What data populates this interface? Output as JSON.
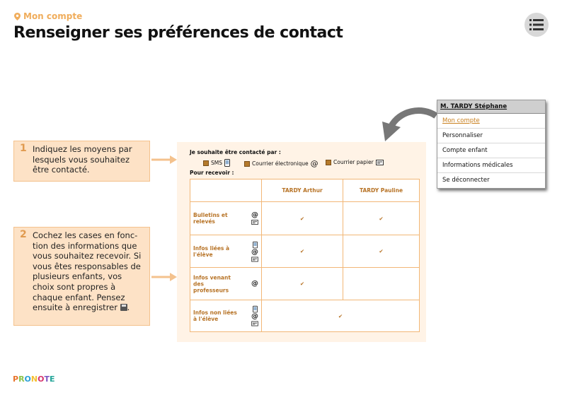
{
  "header": {
    "section": "Mon compte",
    "title": "Renseigner ses préférences de contact"
  },
  "steps": [
    {
      "num": "1",
      "text": "Indiquez les moyens par lesquels vous souhaitez être contacté."
    },
    {
      "num": "2",
      "text_before": "Cochez les cases en fonc-tion des informations que vous souhaitez recevoir. Si vous êtes responsables de plusieurs enfants, vos choix sont propres à chaque enfant. Pensez ensuite à enregistrer ",
      "text_after": "."
    }
  ],
  "prefs": {
    "contact_label": "Je souhaite être contacté par :",
    "options": [
      "SMS",
      "Courrier électronique",
      "Courrier papier"
    ],
    "receive_label": "Pour recevoir :",
    "columns": [
      "TARDY Arthur",
      "TARDY Pauline"
    ],
    "rows": [
      {
        "label": "Bulletins et relevés",
        "icons": [
          "at-icon",
          "letter-icon"
        ],
        "checks": [
          true,
          true
        ]
      },
      {
        "label": "Infos liées à l'élève",
        "icons": [
          "phone-icon",
          "at-icon",
          "letter-icon"
        ],
        "checks": [
          true,
          true
        ]
      },
      {
        "label": "Infos venant des professeurs",
        "icons": [
          "at-icon"
        ],
        "checks": [
          true,
          false
        ]
      },
      {
        "label": "Infos non liées à l'élève",
        "icons": [
          "phone-icon",
          "at-icon",
          "letter-icon"
        ],
        "checks": [
          true
        ],
        "merged": true
      }
    ]
  },
  "account_menu": {
    "user": "M. TARDY Stéphane",
    "items": [
      "Mon compte",
      "Personnaliser",
      "Compte enfant",
      "Informations médicales",
      "Se déconnecter"
    ],
    "active_index": 0
  },
  "footer": {
    "logo": "PRONOTE"
  },
  "colors": {
    "accent": "#f0ad5c",
    "check": "#69b82e",
    "step_bg": "#fde2c6"
  }
}
